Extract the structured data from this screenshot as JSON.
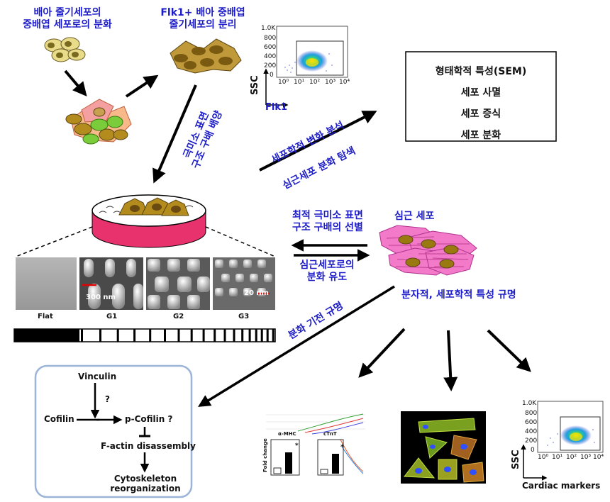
{
  "step1": {
    "line1": "배아 줄기세포의",
    "line2": "중배엽 세포로의 분화"
  },
  "step2": {
    "line1": "Flk1+ 배아 중배엽",
    "line2": "줄기세포의 분리"
  },
  "flow_top": {
    "y_label": "SSC",
    "x_label": "Flk1",
    "y_ticks": [
      "1.0K",
      "800",
      "600",
      "400",
      "200",
      "0"
    ],
    "x_ticks": [
      "10⁰",
      "10¹",
      "10²",
      "10³",
      "10⁴"
    ]
  },
  "culture_arrow_label": {
    "line1": "극미소 표면",
    "line2": "구조 구배 배양"
  },
  "analysis_arrow": {
    "line1": "세포학적 변화 분석",
    "line2": "심근세포 분화 탐색"
  },
  "analysis_box": {
    "items": [
      "형태학적 특성(SEM)",
      "세포 사멸",
      "세포 증식",
      "세포 분화"
    ]
  },
  "selection": {
    "line1": "최적 극미소 표면",
    "line2": "구조 구배의 선별"
  },
  "induction": {
    "line1": "심근세포로의",
    "line2": "분화 유도"
  },
  "cardiomyocyte_label": "심근 세포",
  "characterization_label": "분자적, 세포학적 특성 규명",
  "mechanism_label": "분화 기전 규명",
  "sem_panels": {
    "labels": [
      "Flat",
      "G1",
      "G2",
      "G3"
    ],
    "scale_g1": "300 nm",
    "scale_g3": "20 nm"
  },
  "pathway": {
    "vinculin": "Vinculin",
    "question": "?",
    "cofilin": "Cofilin",
    "p_cofilin": "p-Cofilin ?",
    "f_actin": "F-actin disassembly",
    "cyto_line1": "Cytoskeleton",
    "cyto_line2": "reorganization"
  },
  "qpcr": {
    "left_title": "α-MHC",
    "right_title": "cTnT",
    "y_label": "Fold change",
    "star": "*"
  },
  "flow_bottom": {
    "y_label": "SSC",
    "x_label": "Cardiac markers",
    "y_ticks": [
      "1.0K",
      "800",
      "600",
      "400",
      "200",
      "0"
    ],
    "x_ticks": [
      "10⁰",
      "10¹",
      "10²",
      "10³",
      "10⁴"
    ]
  },
  "colors": {
    "text_blue": "#1c1cc8",
    "cell_tan": "#b48c1e",
    "cell_pink": "#f27ac8",
    "dish_rim": "#e8326e",
    "pathway_border": "#9bb4d8"
  }
}
